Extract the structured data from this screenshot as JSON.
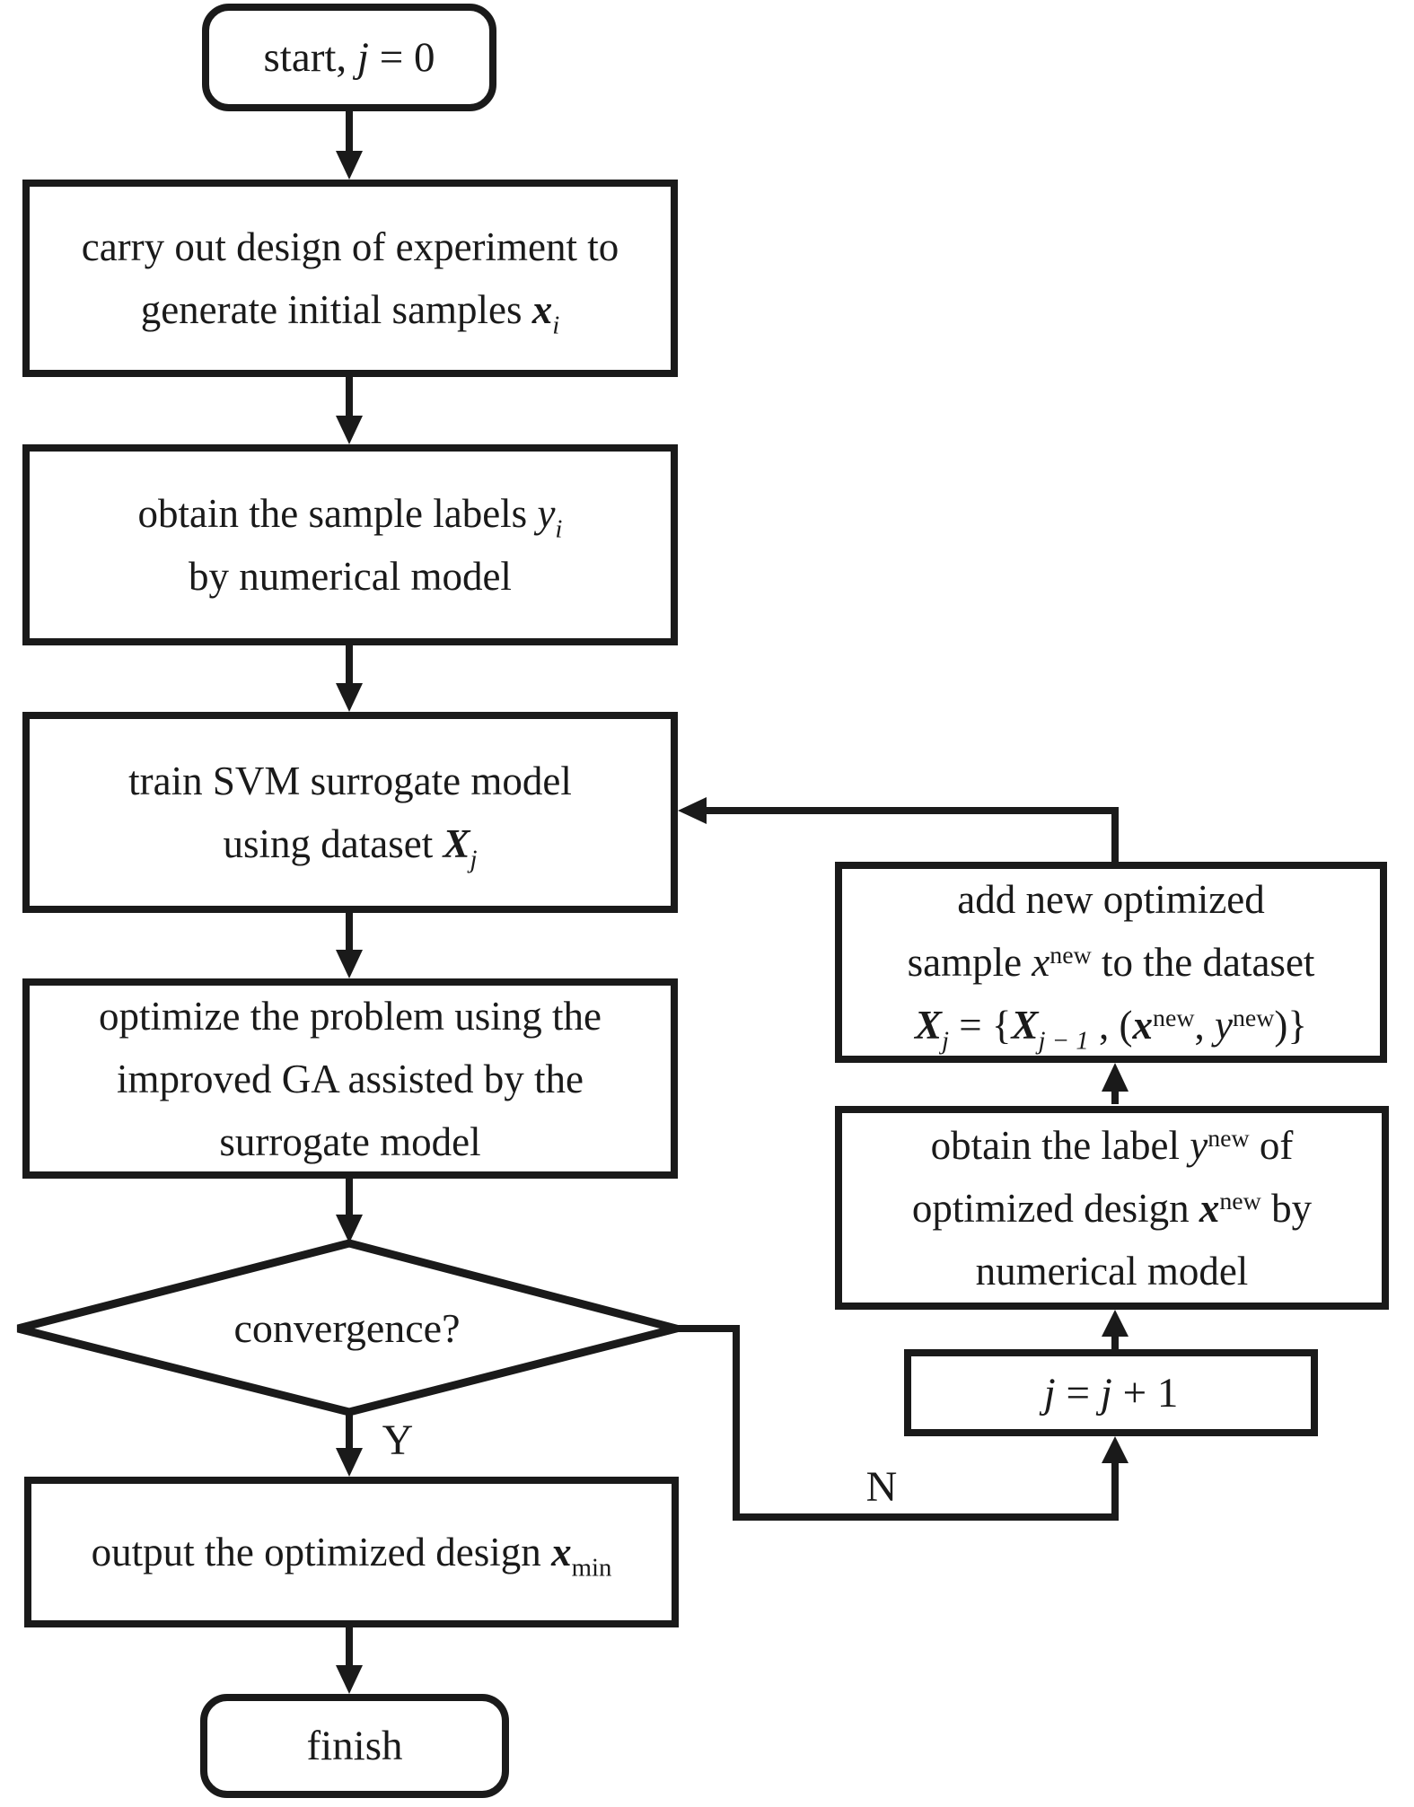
{
  "diagram": {
    "colors": {
      "line": "#1a1a1a",
      "background": "#ffffff"
    },
    "nodes": {
      "start": {
        "pre": "start, ",
        "var": "j",
        "post": " = 0"
      },
      "doe": {
        "line1": "carry out design of experiment to",
        "line2_pre": "generate initial samples ",
        "line2_var": "x",
        "line2_sub": "i"
      },
      "sample_labels": {
        "line1_pre": "obtain the sample labels ",
        "line1_var": "y",
        "line1_sub": "i",
        "line2": "by numerical model"
      },
      "train_svm": {
        "line1": "train SVM surrogate model",
        "line2_pre": "using dataset ",
        "line2_var": "X",
        "line2_sub": "j"
      },
      "optimize": {
        "line1": "optimize the problem using the",
        "line2": "improved GA assisted by the",
        "line3": "surrogate model"
      },
      "convergence": {
        "label": "convergence?"
      },
      "output": {
        "pre": "output the optimized design ",
        "var": "x",
        "sub": "min"
      },
      "finish": {
        "label": "finish"
      },
      "add_sample": {
        "line1": "add new optimized",
        "line2_pre": "sample ",
        "line2_var": "x",
        "line2_sup": "new",
        "line2_post": " to the dataset",
        "line3_var1": "X",
        "line3_sub1": "j",
        "line3_mid1": " = {",
        "line3_var2": "X",
        "line3_sub2": "j − 1",
        "line3_mid2": " , (",
        "line3_var3": "x",
        "line3_sup3": "new",
        "line3_mid3": ", ",
        "line3_var4": "y",
        "line3_sup4": "new",
        "line3_post": ")}"
      },
      "obtain_label": {
        "line1_pre": "obtain the label ",
        "line1_var": "y",
        "line1_sup": "new",
        "line1_post": " of",
        "line2_pre": "optimized design ",
        "line2_var": "x",
        "line2_sup": "new",
        "line2_post": " by",
        "line3": "numerical model"
      },
      "increment": {
        "var1": "j",
        "mid": " = ",
        "var2": "j",
        "post": " + 1"
      }
    },
    "edge_labels": {
      "yes": "Y",
      "no": "N"
    }
  }
}
